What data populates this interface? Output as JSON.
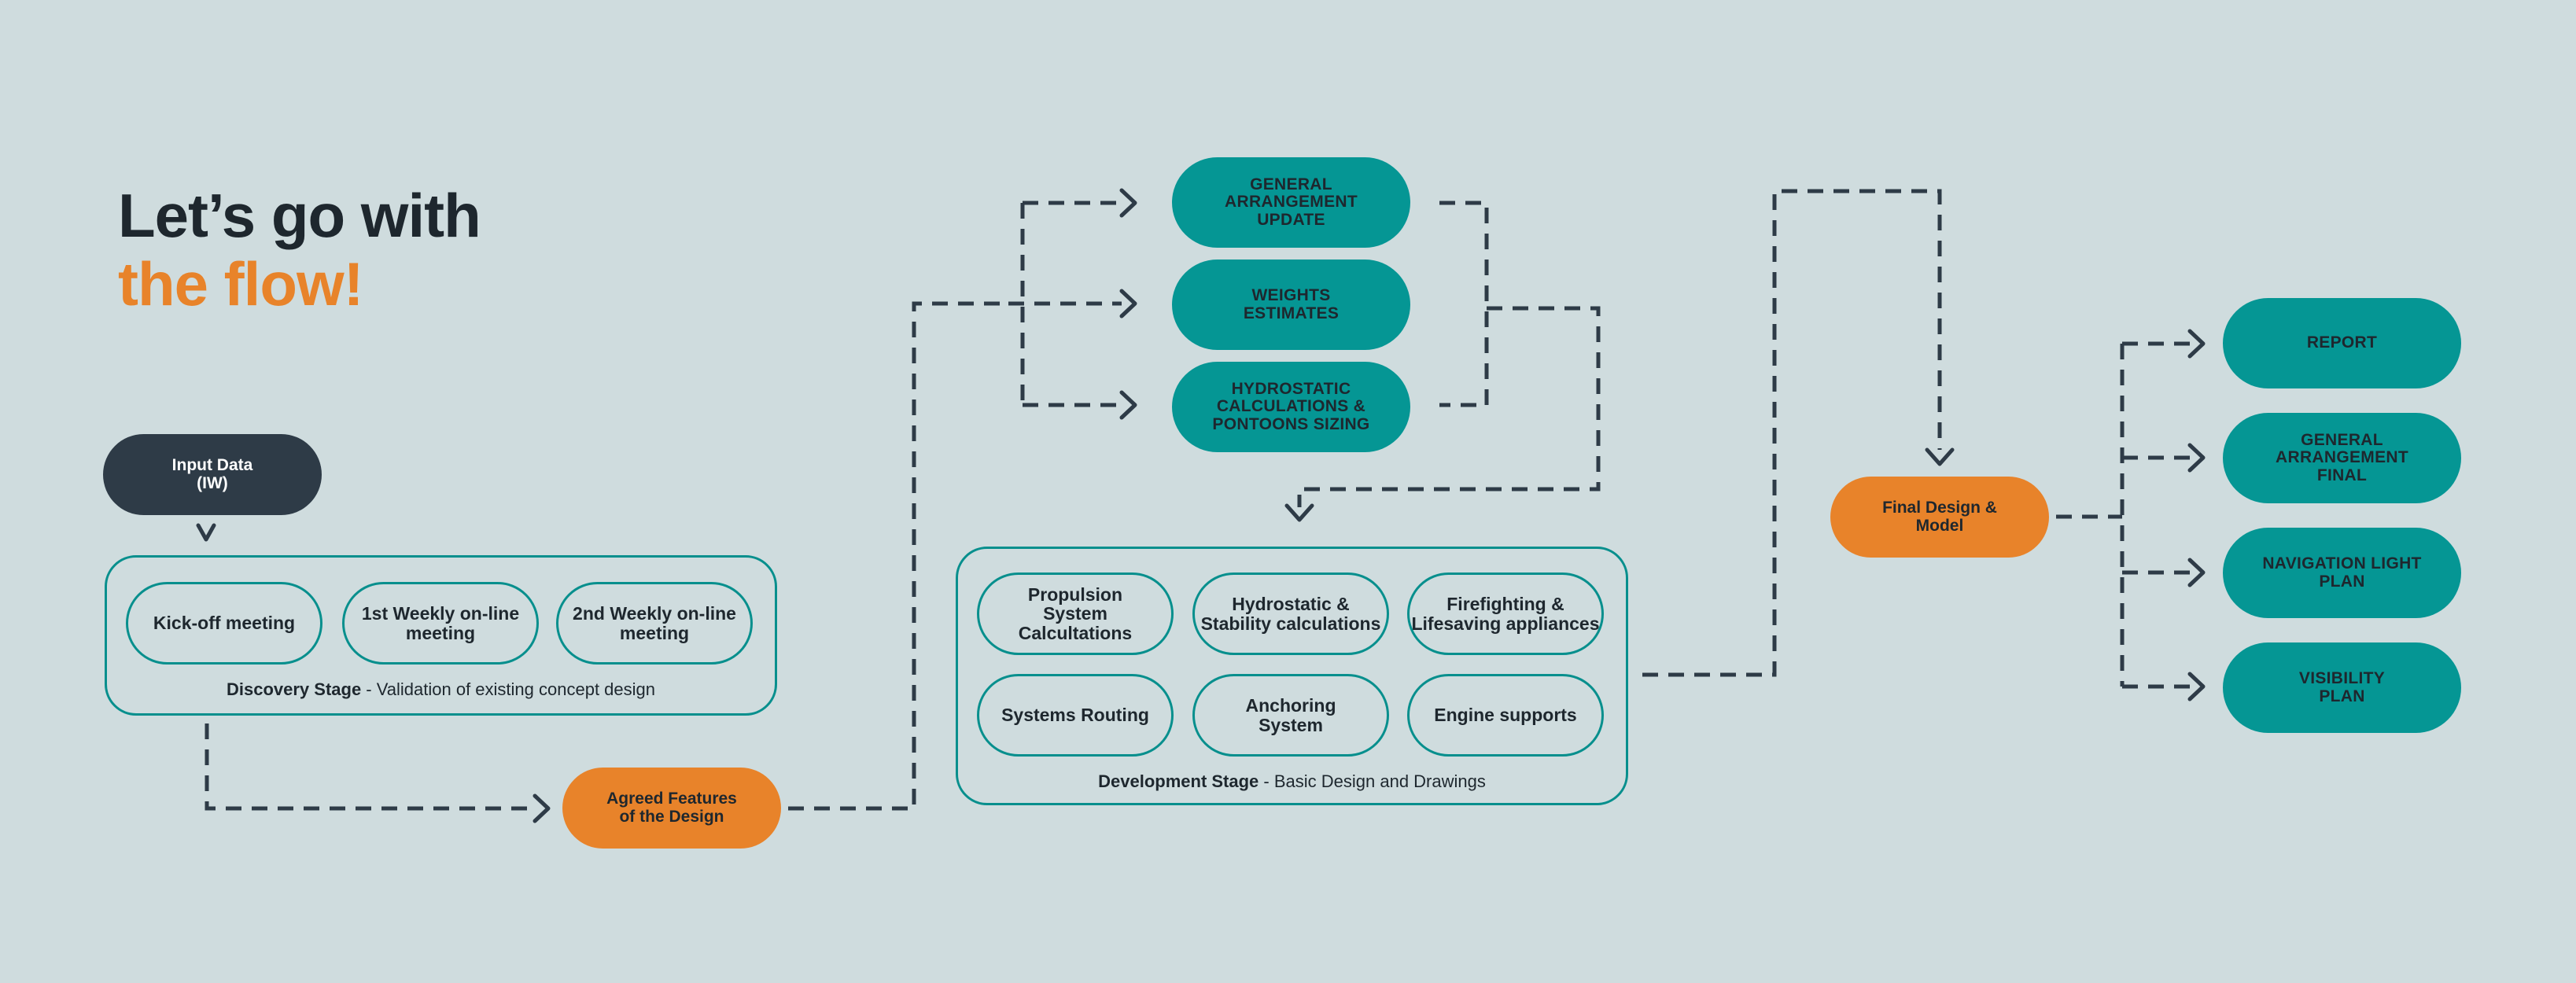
{
  "heading": {
    "line1": "Let’s go with",
    "line2": "the flow!"
  },
  "input": {
    "label": "Input Data\n(IW)"
  },
  "discovery": {
    "items": [
      "Kick-off meeting",
      "1st Weekly on-line\nmeeting",
      "2nd Weekly on-line\nmeeting"
    ],
    "caption_bold": "Discovery Stage",
    "caption_rest": " - Validation of existing concept design"
  },
  "agreed": {
    "label": "Agreed Features\nof the Design"
  },
  "parallel": {
    "items": [
      "GENERAL\nARRANGEMENT\nUPDATE",
      "WEIGHTS\nESTIMATES",
      "HYDROSTATIC\nCALCULATIONS &\nPONTOONS SIZING"
    ]
  },
  "development": {
    "items": [
      "Propulsion\nSystem\nCalcultations",
      "Hydrostatic &\nStability calculations",
      "Firefighting &\nLifesaving appliances",
      "Systems Routing",
      "Anchoring\nSystem",
      "Engine supports"
    ],
    "caption_bold": "Development Stage",
    "caption_rest": " - Basic Design and Drawings"
  },
  "final": {
    "label": "Final Design &\nModel"
  },
  "outputs": {
    "items": [
      "REPORT",
      "GENERAL\nARRANGEMENT\nFINAL",
      "NAVIGATION LIGHT\nPLAN",
      "VISIBILITY\nPLAN"
    ]
  },
  "colors": {
    "background": "#cfdcde",
    "teal": "#059694",
    "orange": "#e8832a",
    "dark": "#2e3b47"
  }
}
